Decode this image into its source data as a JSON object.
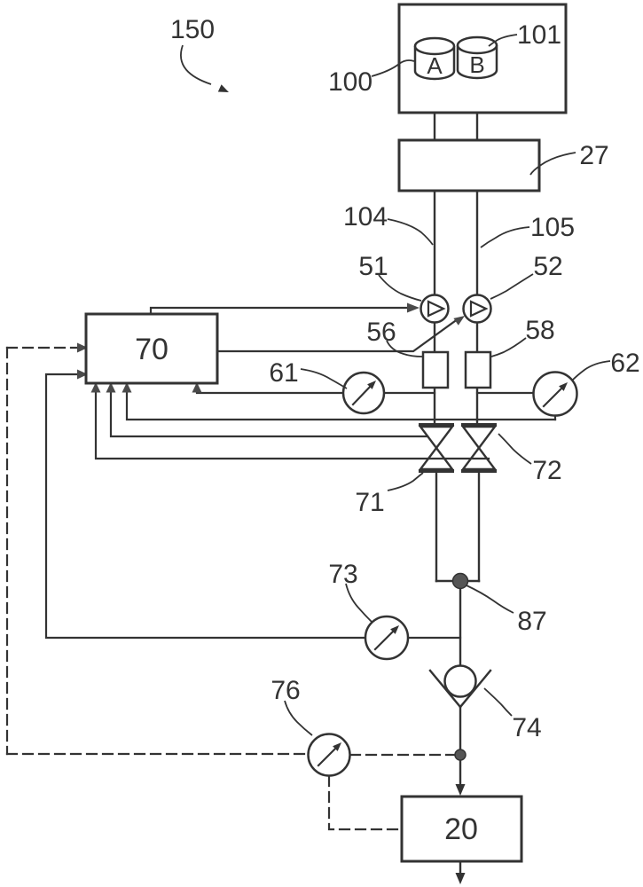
{
  "figure": {
    "type": "patent-schematic-flow-diagram",
    "labels": {
      "system": "150",
      "reservoir_a_ref": "100",
      "reservoir_b_ref": "101",
      "conditioning_box": "27",
      "line_a": "104",
      "line_b": "105",
      "pump_a": "51",
      "pump_b": "52",
      "unit_a": "56",
      "unit_b": "58",
      "gauge_a": "61",
      "gauge_b": "62",
      "controller": "70",
      "valve_a": "71",
      "valve_b": "72",
      "gauge_mix": "73",
      "check_valve": "74",
      "gauge_outlet": "76",
      "junction": "87",
      "outlet_unit": "20",
      "cylinder_a": "A",
      "cylinder_b": "B"
    },
    "colors": {
      "line": "#333333",
      "arrow-fill": "#4a4a4a",
      "dot-fill": "#555555",
      "background": "#ffffff"
    }
  }
}
